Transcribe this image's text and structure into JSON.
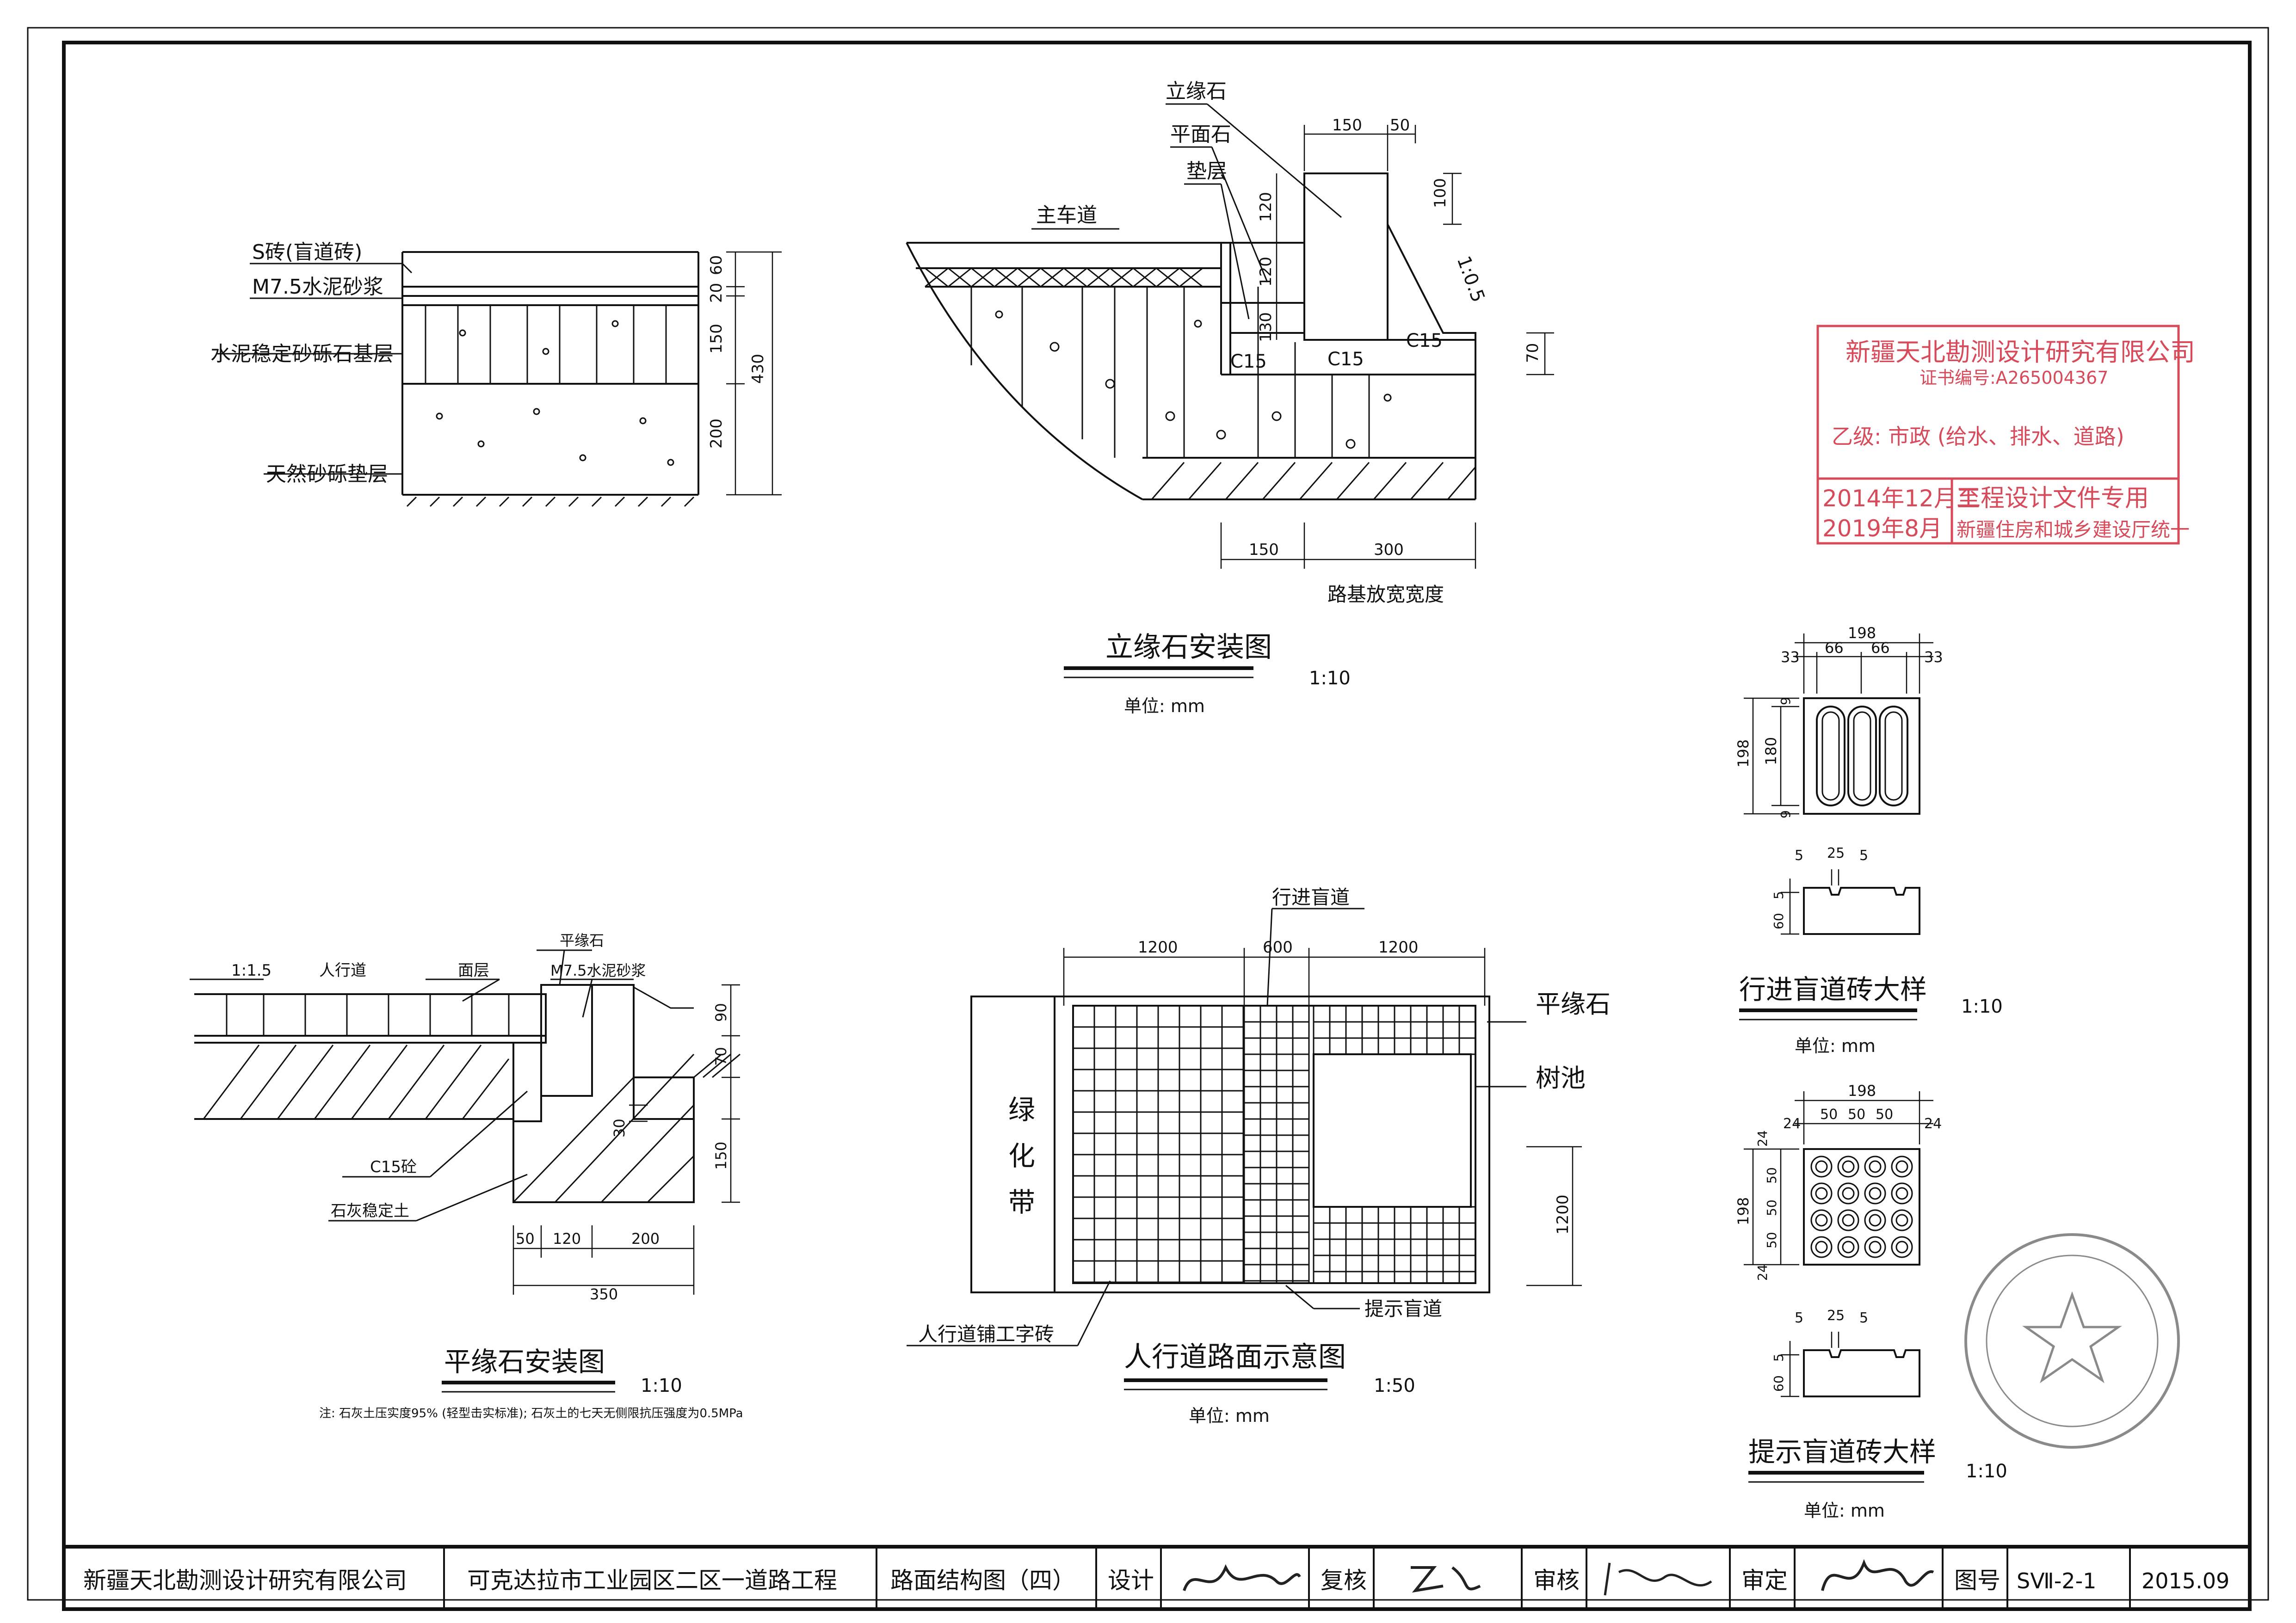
{
  "colors": {
    "ink": "#111111",
    "stamp_red": "#d64a5a",
    "stamp_gray": "#8a8a8a",
    "paper": "#ffffff"
  },
  "detail1": {
    "labels": [
      "S砖(盲道砖)",
      "M7.5水泥砂浆",
      "水泥稳定砂砾石基层",
      "天然砂砾垫层"
    ],
    "dims": {
      "d20": "20",
      "d60": "60",
      "d150": "150",
      "d430": "430",
      "d200": "200"
    }
  },
  "detail2": {
    "title": "立缘石安装图",
    "scale": "1:10",
    "unit": "单位: mm",
    "labels": {
      "curb": "立缘石",
      "flat": "平面石",
      "cushion": "垫层",
      "road": "主车道",
      "slope": "1:0.5",
      "c15": "C15",
      "widen": "路基放宽宽度"
    },
    "dims": {
      "d150": "150",
      "d50": "50",
      "d100": "100",
      "d120": "120",
      "d130": "130",
      "d70": "70",
      "d300": "300"
    }
  },
  "detail3": {
    "title": "行进盲道砖大样",
    "scale": "1:10",
    "unit": "单位: mm",
    "dims": {
      "d198": "198",
      "d33": "33",
      "d66": "66",
      "d180": "180",
      "d9": "9",
      "d5": "5",
      "d25": "25",
      "d60": "60"
    }
  },
  "detail4": {
    "title": "平缘石安装图",
    "scale": "1:10",
    "labels": {
      "slope": "1:1.5",
      "walk": "人行道",
      "surface": "面层",
      "flat": "平缘石",
      "mortar": "M7.5水泥砂浆",
      "c15": "C15砼",
      "lime": "石灰稳定土"
    },
    "dims": {
      "d90": "90",
      "d70": "70",
      "d30": "30",
      "d150": "150",
      "d50": "50",
      "d120": "120",
      "d200": "200",
      "d350": "350"
    },
    "note": "注: 石灰土压实度95% (轻型击实标准); 石灰土的七天无侧限抗压强度为0.5MPa"
  },
  "detail5": {
    "title": "人行道路面示意图",
    "scale": "1:50",
    "unit": "单位: mm",
    "labels": {
      "guide": "行进盲道",
      "flat": "平缘石",
      "pit": "树池",
      "green": [
        "绿",
        "化",
        "带"
      ],
      "paver": "人行道铺工字砖",
      "warn": "提示盲道"
    },
    "dims": {
      "d1200": "1200",
      "d600": "600"
    }
  },
  "detail6": {
    "title": "提示盲道砖大样",
    "scale": "1:10",
    "unit": "单位: mm",
    "dims": {
      "d198": "198",
      "d24": "24",
      "d50": "50",
      "d5": "5",
      "d25": "25",
      "d60": "60"
    }
  },
  "stamp": {
    "company": "新疆天北勘测设计研究有限公司",
    "cert": "证书编号:A265004367",
    "grade": "乙级: 市政 (给水、排水、道路)",
    "date1": "2014年12月至",
    "date2": "2019年8月",
    "use": "工程设计文件专用",
    "issuer": "新疆住房和城乡建设厅统一"
  },
  "title_block": {
    "company": "新疆天北勘测设计研究有限公司",
    "project": "可克达拉市工业园区二区一道路工程",
    "drawing": "路面结构图（四）",
    "design_label": "设计",
    "review_label": "复核",
    "audit_label": "审核",
    "approve_label": "审定",
    "no_label": "图号",
    "drawing_no": "SⅦ-2-1",
    "date": "2015.09"
  }
}
